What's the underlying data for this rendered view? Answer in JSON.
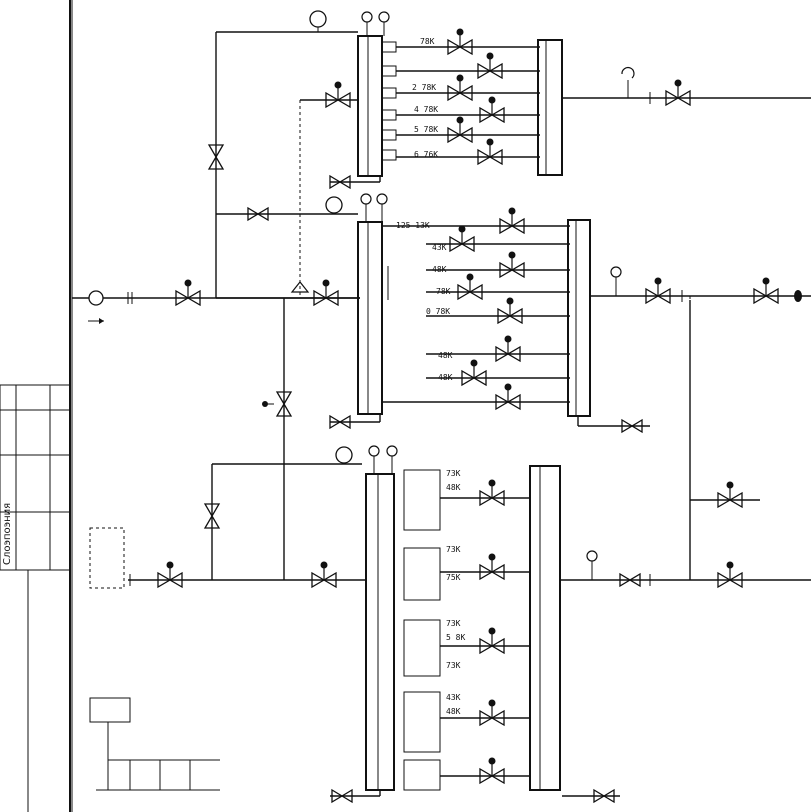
{
  "colors": {
    "line": "#111111",
    "background": "#ffffff"
  },
  "labels": {
    "sidebar_vertical": "Слоэпоэния",
    "rack1_r1": "78К",
    "rack1_r3": "2 78К",
    "rack1_r4": "4 78К",
    "rack1_r5": "5 78К",
    "rack1_r6": "6 76К",
    "rack2_top": "125 13К",
    "rack2_r1": "43К",
    "rack2_r2": "48К",
    "rack2_r3": "78К",
    "rack2_r4": "0 78К",
    "rack2_r5": "48К",
    "rack2_r6": "48К",
    "rack3_a1": "73К",
    "rack3_a2": "48К",
    "rack3_b1": "73К",
    "rack3_b2": "75К",
    "rack3_c1": "73К",
    "rack3_c2": "5 8К",
    "rack3_c3": "73К",
    "rack3_d1": "43К",
    "rack3_d2": "48К"
  }
}
